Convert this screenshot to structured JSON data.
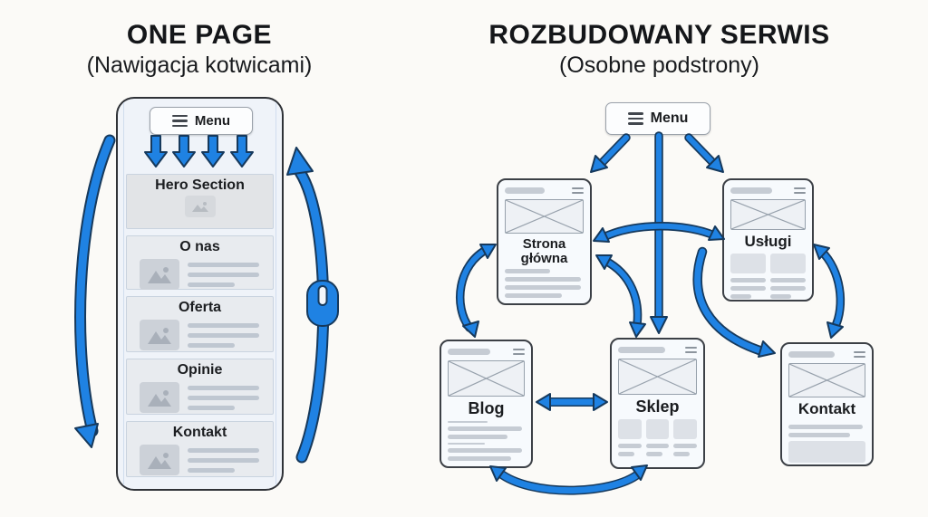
{
  "colors": {
    "background": "#fbfaf7",
    "arrow_blue": "#1f82e3",
    "arrow_outline": "#16395c",
    "card_border": "#3c4046",
    "card_bg": "#f7fafd",
    "phone_bg": "#eff3f9",
    "skeleton_gray": "#c6ccd4",
    "text_dark": "#1b1d20"
  },
  "left": {
    "title": "ONE PAGE",
    "subtitle": "(Nawigacja kotwicami)",
    "menu_label": "Menu",
    "sections": [
      {
        "label": "Hero Section"
      },
      {
        "label": "O nas"
      },
      {
        "label": "Oferta"
      },
      {
        "label": "Opinie"
      },
      {
        "label": "Kontakt"
      }
    ]
  },
  "right": {
    "title": "ROZBUDOWANY SERWIS",
    "subtitle": "(Osobne podstrony)",
    "menu_label": "Menu",
    "pages": [
      {
        "label": "Strona główna"
      },
      {
        "label": "Usługi"
      },
      {
        "label": "Blog"
      },
      {
        "label": "Sklep"
      },
      {
        "label": "Kontakt"
      }
    ]
  }
}
